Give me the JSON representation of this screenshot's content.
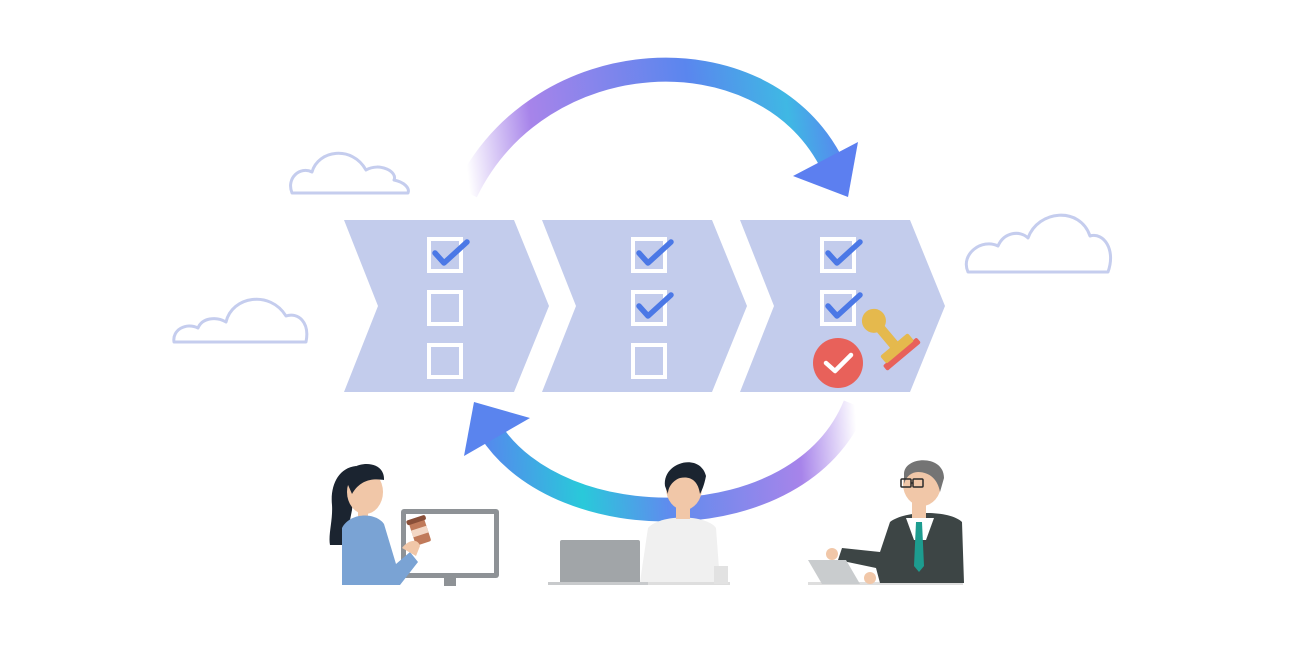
{
  "colors": {
    "background": "#ffffff",
    "chevron": "#c3ccec",
    "checkbox_outline": "#ffffff",
    "checkmark": "#4b78e6",
    "cloud_stroke": "#c5cdee",
    "arrow_gradient": [
      "#a784ea",
      "#5a86ee",
      "#29c9da"
    ],
    "approval_badge": "#e8615a",
    "stamp_handle": "#e5b94d",
    "stamp_base": "#e8615a",
    "skin": "#f1c7a8",
    "hair_dark": "#1b2430",
    "woman_shirt": "#7aa3d4",
    "man_shirt": "#f0f0f0",
    "suit": "#3d4545",
    "tie": "#1d9c8f",
    "laptop": "#a1a5a8",
    "monitor_frame": "#8e9296"
  },
  "icons": {
    "cycle_arrow_top": "curved-arrow-icon",
    "cycle_arrow_bottom": "curved-arrow-icon",
    "checkbox": "checkbox-icon",
    "checkmark": "checkmark-icon",
    "approval": "approval-check-icon",
    "stamp": "rubber-stamp-icon",
    "cloud": "cloud-icon"
  },
  "workflow_stages": [
    {
      "name": "stage-1",
      "checks": [
        true,
        false,
        false
      ]
    },
    {
      "name": "stage-2",
      "checks": [
        true,
        true,
        false
      ]
    },
    {
      "name": "stage-3",
      "checks": [
        true,
        true
      ],
      "approved": true
    }
  ],
  "people": [
    "woman-with-coffee-at-monitor",
    "man-at-laptop",
    "businessman-with-laptop"
  ]
}
